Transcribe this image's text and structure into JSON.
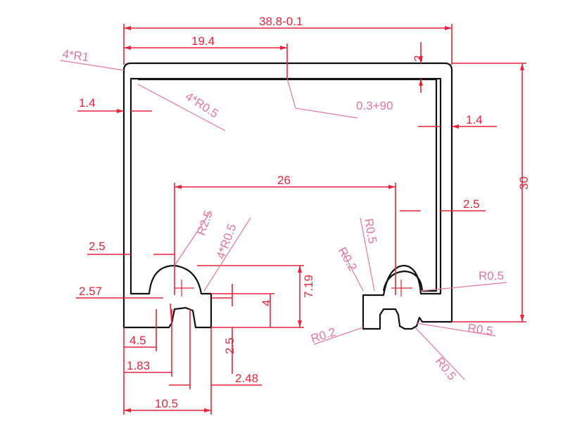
{
  "dimensions": {
    "overall_width": "38.8-0.1",
    "half_width": "19.4",
    "outer_radius": "4*R1",
    "inner_radius": "4*R0.5",
    "wall_left": "1.4",
    "wall_right": "1.4",
    "top_thickness": "2",
    "notch": "0.3+90",
    "height": "30",
    "slot_spacing": "26",
    "rib_right": "2.5",
    "rib_left": "2.5",
    "slot_radius_big": "R2.5",
    "slot_radius_small": "4*R0.5",
    "r05_right_top": "R0.5",
    "r02_right_top": "R0.2",
    "r05_right_side": "R0.5",
    "r02_right_bottom": "R0.2",
    "r05_right_bottom": "R0.5",
    "r05_right_low": "R0.5",
    "left_257": "2.57",
    "left_45": "4.5",
    "left_183": "1.83",
    "left_25_vertical": "2.5",
    "left_248": "2.48",
    "left_105": "10.5",
    "height_719": "7.19",
    "height_4": "4"
  },
  "colors": {
    "dimension": "#e8243a",
    "leader": "#e3789a",
    "profile": "#111111"
  }
}
